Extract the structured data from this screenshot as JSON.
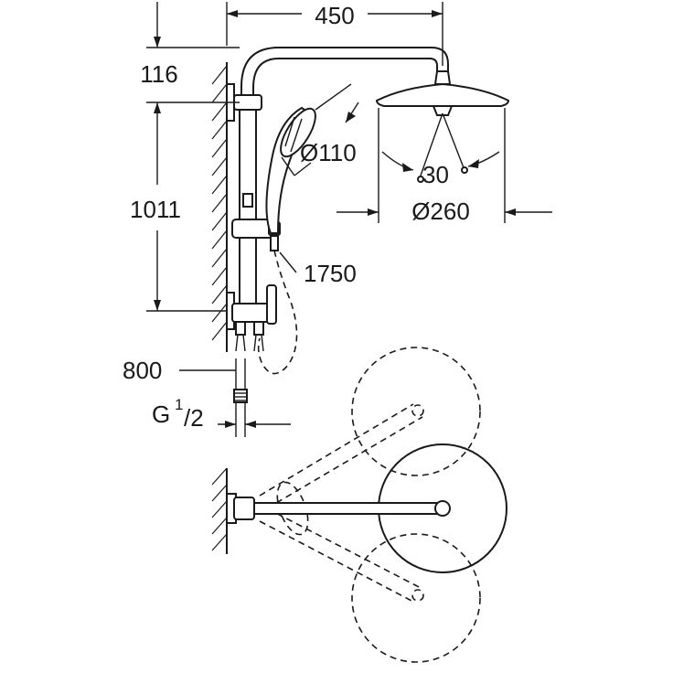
{
  "dimensions": {
    "total_width": "450",
    "top_offset": "116",
    "height": "1011",
    "hand_shower_diameter": "Ø110",
    "head_tilt": "30",
    "head_diameter": "Ø260",
    "hose_length": "1750",
    "inlet_spacing": "800",
    "thread": {
      "base": "G",
      "numerator": "1",
      "denominator": "/2"
    }
  },
  "line_color": "#1a1a1a"
}
